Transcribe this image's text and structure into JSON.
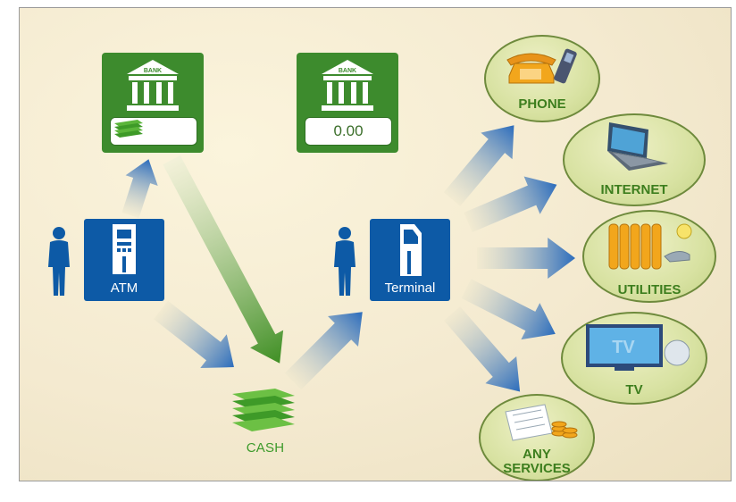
{
  "banks": [
    {
      "name": "bank-with-cash",
      "building_label": "BANK",
      "field_value": ""
    },
    {
      "name": "bank-empty",
      "building_label": "BANK",
      "field_value": "0.00"
    }
  ],
  "kiosks": {
    "atm": "ATM",
    "terminal": "Terminal"
  },
  "cash_label": "CASH",
  "services": [
    {
      "key": "phone",
      "label": "PHONE"
    },
    {
      "key": "internet",
      "label": "INTERNET"
    },
    {
      "key": "utilities",
      "label": "UTILITIES"
    },
    {
      "key": "tv",
      "label": "TV"
    },
    {
      "key": "any",
      "label": "ANY SERVICES"
    }
  ],
  "tv_screen_text": "TV",
  "colors": {
    "bank_green": "#3d8b2d",
    "kiosk_blue": "#0d5aa6",
    "arrow_blue": "#2c6fbf",
    "arrow_green": "#4c9a2e",
    "label_green": "#3f7d1f"
  }
}
